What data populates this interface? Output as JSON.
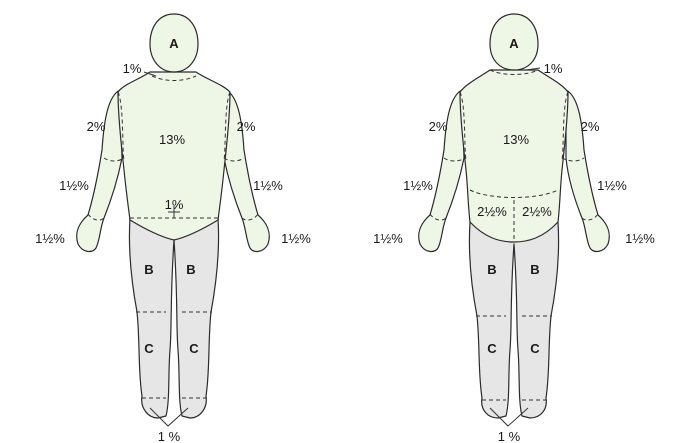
{
  "front": {
    "head": "A",
    "neck": "1%",
    "upper_arm_left": "2%",
    "upper_arm_right": "2%",
    "trunk": "13%",
    "forearm_left": "1½%",
    "forearm_right": "1½%",
    "hand_left": "1½%",
    "hand_right": "1½%",
    "genitals": "1%",
    "thigh_left": "B",
    "thigh_right": "B",
    "leg_left": "C",
    "leg_right": "C",
    "feet": "1 %"
  },
  "back": {
    "head": "A",
    "neck": "1%",
    "upper_arm_left": "2%",
    "upper_arm_right": "2%",
    "trunk": "13%",
    "forearm_left": "1½%",
    "forearm_right": "1½%",
    "hand_left": "1½%",
    "hand_right": "1½%",
    "buttock_left": "2½%",
    "buttock_right": "2½%",
    "thigh_left": "B",
    "thigh_right": "B",
    "leg_left": "C",
    "leg_right": "C",
    "feet": "1 %"
  },
  "colors": {
    "upper_body": "#eef6e6",
    "lower_body": "#e6e6e6",
    "outline": "#2b2b2b"
  }
}
